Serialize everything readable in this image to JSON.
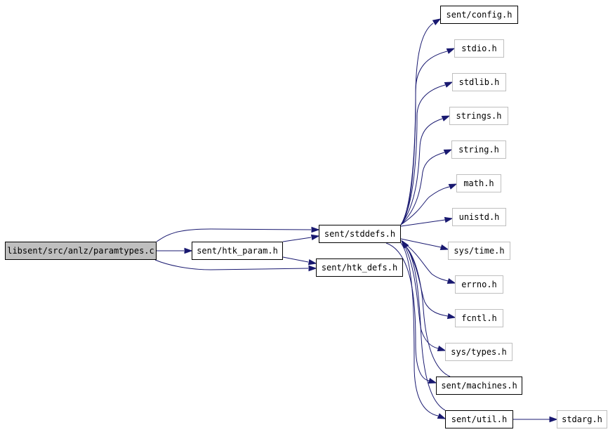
{
  "graph": {
    "root": "libsent/src/anlz/paramtypes.c",
    "nodes": {
      "stddefs": "sent/stddefs.h",
      "htk_param": "sent/htk_param.h",
      "htk_defs": "sent/htk_defs.h",
      "config": "sent/config.h",
      "stdio": "stdio.h",
      "stdlib": "stdlib.h",
      "strings": "strings.h",
      "string": "string.h",
      "math": "math.h",
      "unistd": "unistd.h",
      "sys_time": "sys/time.h",
      "errno": "errno.h",
      "fcntl": "fcntl.h",
      "sys_types": "sys/types.h",
      "machines": "sent/machines.h",
      "util": "sent/util.h",
      "stdarg": "stdarg.h"
    },
    "edges": [
      {
        "from": "root",
        "to": "stddefs"
      },
      {
        "from": "root",
        "to": "htk_param"
      },
      {
        "from": "root",
        "to": "htk_defs"
      },
      {
        "from": "htk_param",
        "to": "stddefs"
      },
      {
        "from": "htk_param",
        "to": "htk_defs"
      },
      {
        "from": "stddefs",
        "to": "config"
      },
      {
        "from": "stddefs",
        "to": "stdio"
      },
      {
        "from": "stddefs",
        "to": "stdlib"
      },
      {
        "from": "stddefs",
        "to": "strings"
      },
      {
        "from": "stddefs",
        "to": "string"
      },
      {
        "from": "stddefs",
        "to": "math"
      },
      {
        "from": "stddefs",
        "to": "unistd"
      },
      {
        "from": "stddefs",
        "to": "sys_time"
      },
      {
        "from": "stddefs",
        "to": "errno"
      },
      {
        "from": "stddefs",
        "to": "fcntl"
      },
      {
        "from": "stddefs",
        "to": "sys_types"
      },
      {
        "from": "stddefs",
        "to": "machines"
      },
      {
        "from": "stddefs",
        "to": "util"
      },
      {
        "from": "machines",
        "to": "stddefs"
      },
      {
        "from": "util",
        "to": "stddefs"
      },
      {
        "from": "util",
        "to": "stdarg"
      }
    ],
    "colors": {
      "edge": "#191970",
      "root_fill": "#bfbfbf",
      "linked_border": "#000000",
      "external_border": "#bfbfbf"
    }
  }
}
